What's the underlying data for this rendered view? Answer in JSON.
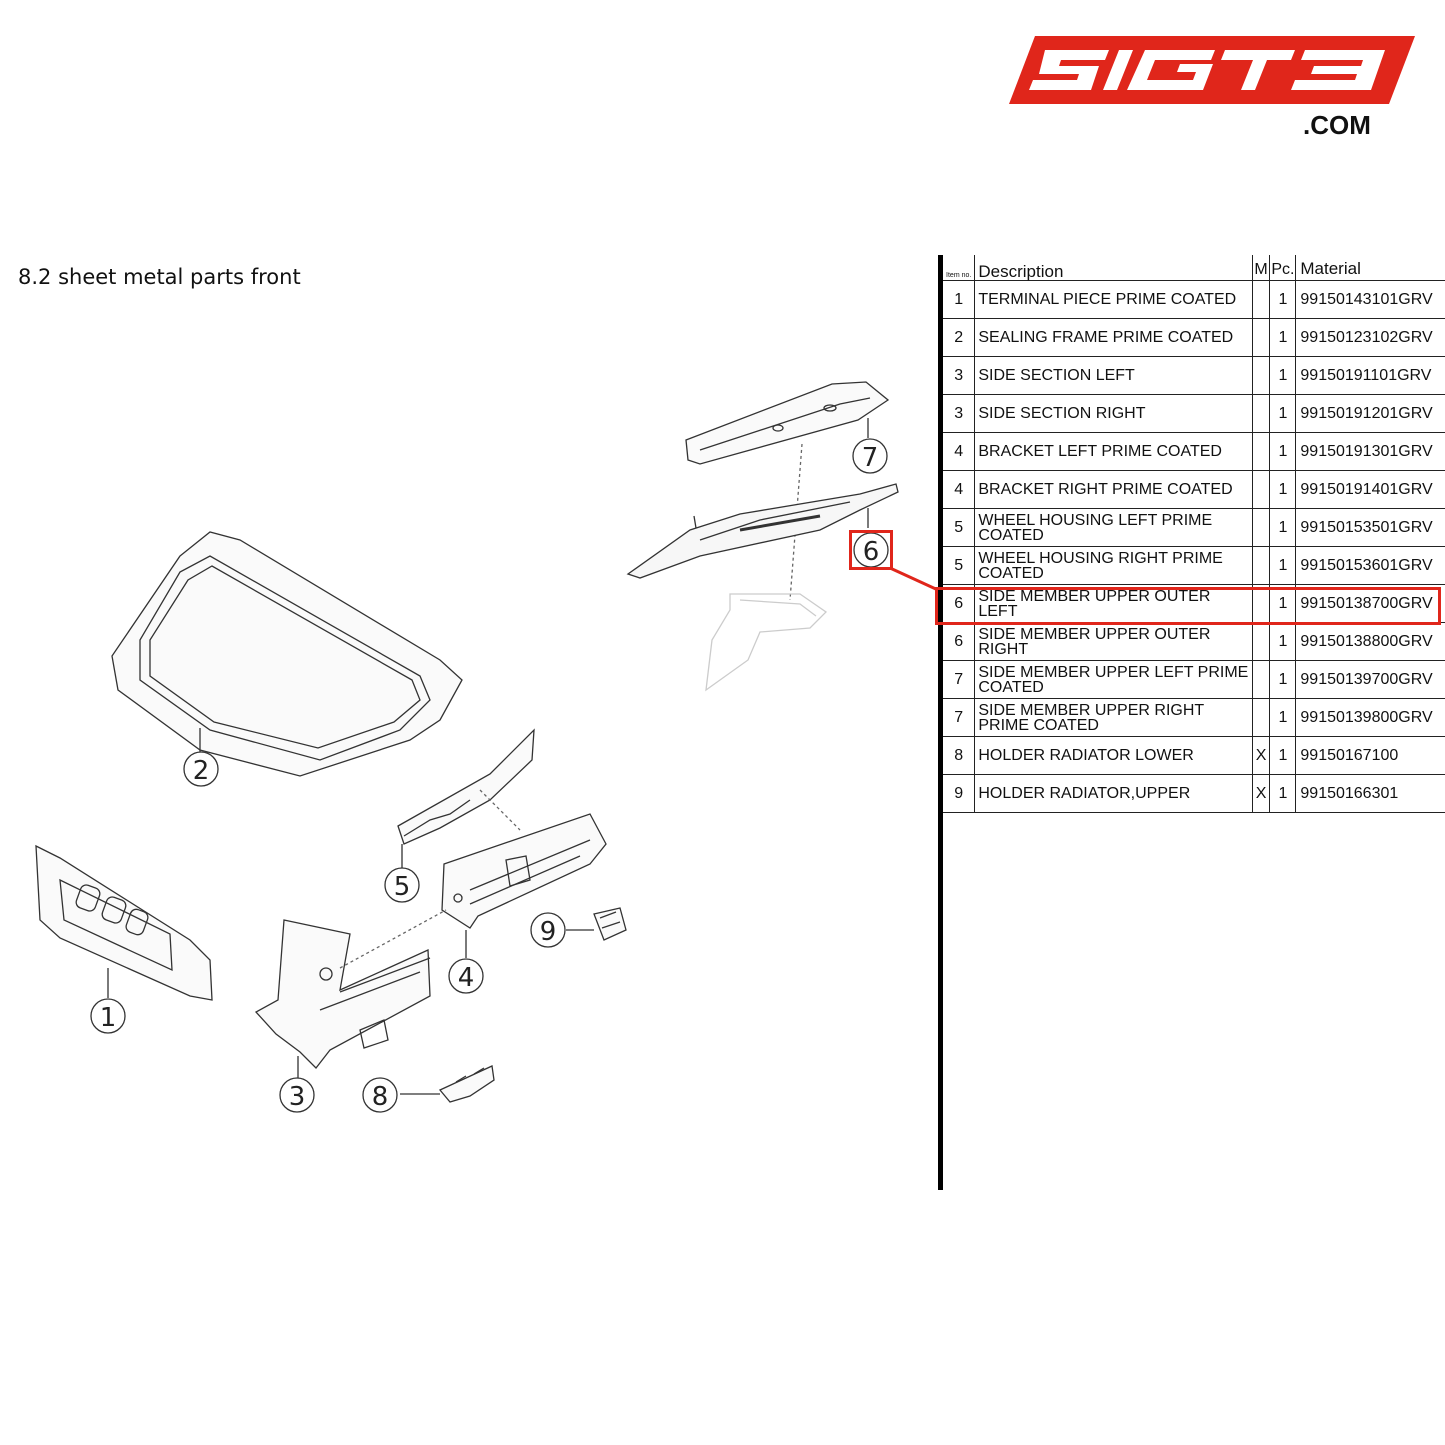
{
  "logo": {
    "text": "SIGT3",
    "dotcom": ".COM",
    "brand_color": "#e0261b"
  },
  "section_title": "8.2  sheet metal parts front",
  "table": {
    "headers": {
      "item": "Item no.",
      "description": "Description",
      "m": "M",
      "pc": "Pc.",
      "material": "Material"
    },
    "rows": [
      {
        "item": "1",
        "description": "TERMINAL PIECE PRIME COATED",
        "m": "",
        "pc": "1",
        "material": "99150143101GRV"
      },
      {
        "item": "2",
        "description": "SEALING FRAME PRIME COATED",
        "m": "",
        "pc": "1",
        "material": "99150123102GRV"
      },
      {
        "item": "3",
        "description": "SIDE SECTION LEFT",
        "m": "",
        "pc": "1",
        "material": "99150191101GRV"
      },
      {
        "item": "3",
        "description": "SIDE SECTION RIGHT",
        "m": "",
        "pc": "1",
        "material": "99150191201GRV"
      },
      {
        "item": "4",
        "description": "BRACKET LEFT PRIME COATED",
        "m": "",
        "pc": "1",
        "material": "99150191301GRV"
      },
      {
        "item": "4",
        "description": "BRACKET RIGHT PRIME COATED",
        "m": "",
        "pc": "1",
        "material": "99150191401GRV"
      },
      {
        "item": "5",
        "description": "WHEEL HOUSING LEFT PRIME COATED",
        "m": "",
        "pc": "1",
        "material": "99150153501GRV"
      },
      {
        "item": "5",
        "description": "WHEEL HOUSING RIGHT PRIME COATED",
        "m": "",
        "pc": "1",
        "material": "99150153601GRV"
      },
      {
        "item": "6",
        "description": "SIDE MEMBER UPPER OUTER LEFT",
        "m": "",
        "pc": "1",
        "material": "99150138700GRV",
        "highlighted": true
      },
      {
        "item": "6",
        "description": "SIDE MEMBER UPPER OUTER RIGHT",
        "m": "",
        "pc": "1",
        "material": "99150138800GRV"
      },
      {
        "item": "7",
        "description": "SIDE MEMBER UPPER LEFT PRIME COATED",
        "m": "",
        "pc": "1",
        "material": "99150139700GRV"
      },
      {
        "item": "7",
        "description": "SIDE MEMBER UPPER RIGHT PRIME COATED",
        "m": "",
        "pc": "1",
        "material": "99150139800GRV"
      },
      {
        "item": "8",
        "description": "HOLDER RADIATOR LOWER",
        "m": "X",
        "pc": "1",
        "material": "99150167100"
      },
      {
        "item": "9",
        "description": "HOLDER RADIATOR,UPPER",
        "m": "X",
        "pc": "1",
        "material": "99150166301"
      }
    ]
  },
  "diagram": {
    "callouts": [
      "1",
      "2",
      "3",
      "4",
      "5",
      "6",
      "7",
      "8",
      "9"
    ],
    "highlight_color": "#e0261b"
  }
}
